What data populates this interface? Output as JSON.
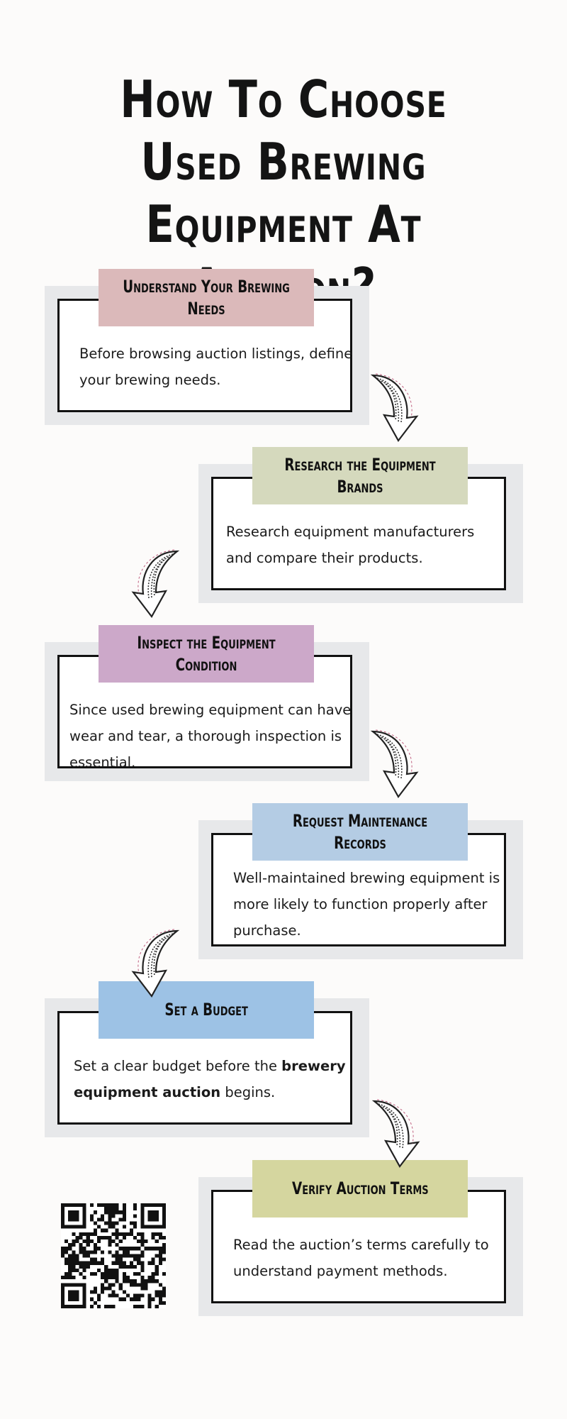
{
  "title": "How To Choose Used Brewing Equipment At Auction?",
  "steps": [
    {
      "heading": "Understand Your Brewing Needs",
      "text": "Before browsing auction listings, define your brewing needs.",
      "color": "#dbb9ba"
    },
    {
      "heading": "Research the Equipment Brands",
      "text": "Research equipment manufacturers and compare their products.",
      "color": "#d5d9bd"
    },
    {
      "heading": "Inspect the Equipment Condition",
      "text": "Since used brewing equipment can have wear and tear, a thorough inspection is essential.",
      "color": "#cca8c9"
    },
    {
      "heading": "Request Maintenance Records",
      "text": "Well-maintained brewing equipment is more likely to function properly after purchase.",
      "color": "#b4cce4"
    },
    {
      "heading": "Set a Budget",
      "text_before": "Set a clear budget before the ",
      "text_bold": "brewery equipment auction",
      "text_after": " begins.",
      "color": "#9dc2e5"
    },
    {
      "heading": "Verify Auction Terms",
      "text": "Read the auction’s terms carefully to understand payment methods.",
      "color": "#d5d69f"
    }
  ],
  "qr_icon": "qr-code"
}
